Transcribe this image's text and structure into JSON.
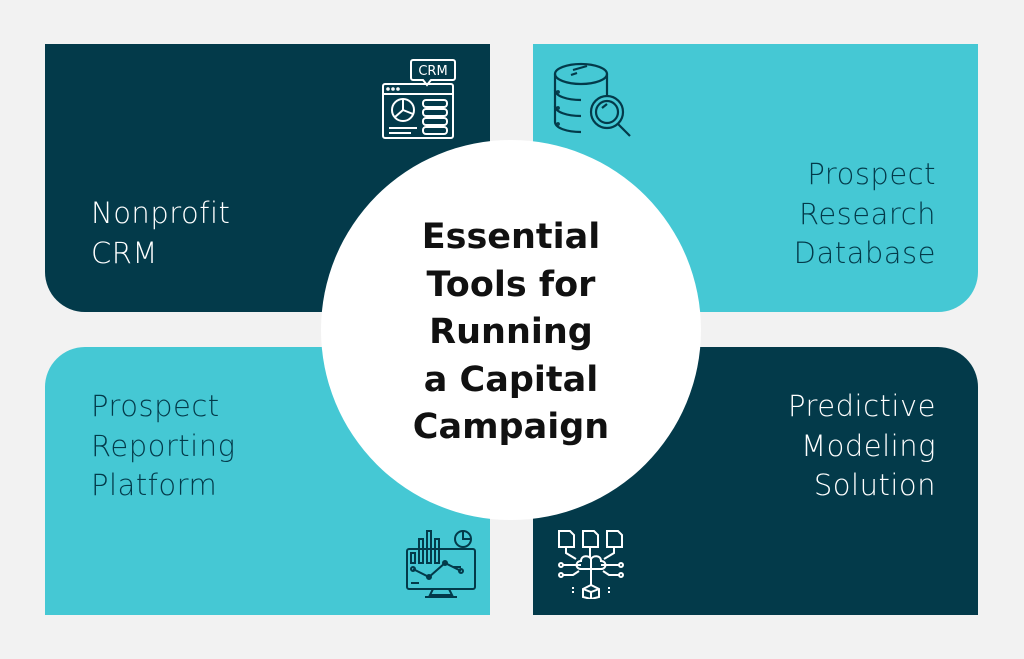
{
  "title": {
    "lines": [
      "Essential",
      "Tools for",
      "Running",
      "a Capital",
      "Campaign"
    ]
  },
  "panels": [
    {
      "lines": [
        "Nonprofit",
        "CRM"
      ],
      "icon": "crm-icon",
      "icon_text": "CRM"
    },
    {
      "lines": [
        "Prospect",
        "Research",
        "Database"
      ],
      "icon": "database-search-icon"
    },
    {
      "lines": [
        "Prospect",
        "Reporting",
        "Platform"
      ],
      "icon": "analytics-monitor-icon"
    },
    {
      "lines": [
        "Predictive",
        "Modeling",
        "Solution"
      ],
      "icon": "ai-modeling-icon"
    }
  ],
  "colors": {
    "dark": "#033a4a",
    "cyan": "#45c8d4",
    "background": "#f2f2f2"
  }
}
